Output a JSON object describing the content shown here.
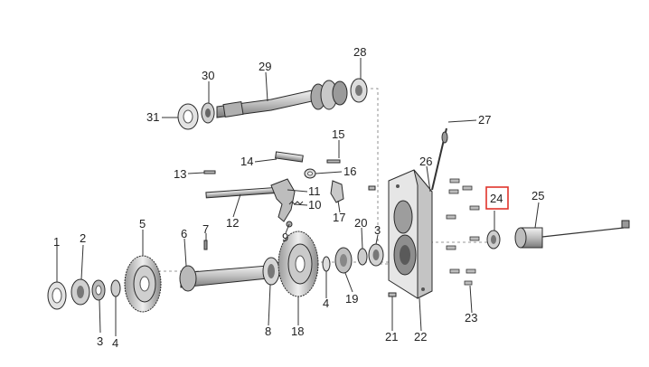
{
  "diagram": {
    "callouts": [
      {
        "id": "c1",
        "text": "1"
      },
      {
        "id": "c2",
        "text": "2"
      },
      {
        "id": "c3",
        "text": "3"
      },
      {
        "id": "c4",
        "text": "4"
      },
      {
        "id": "c5",
        "text": "5"
      },
      {
        "id": "c6",
        "text": "6"
      },
      {
        "id": "c7",
        "text": "7"
      },
      {
        "id": "c8",
        "text": "8"
      },
      {
        "id": "c9",
        "text": "9"
      },
      {
        "id": "c10",
        "text": "10"
      },
      {
        "id": "c11",
        "text": "11"
      },
      {
        "id": "c12",
        "text": "12"
      },
      {
        "id": "c13",
        "text": "13"
      },
      {
        "id": "c14",
        "text": "14"
      },
      {
        "id": "c15",
        "text": "15"
      },
      {
        "id": "c16",
        "text": "16"
      },
      {
        "id": "c17",
        "text": "17"
      },
      {
        "id": "c18",
        "text": "18"
      },
      {
        "id": "c19",
        "text": "19"
      },
      {
        "id": "c20",
        "text": "20"
      },
      {
        "id": "c3b",
        "text": "3"
      },
      {
        "id": "c21",
        "text": "21"
      },
      {
        "id": "c22",
        "text": "22"
      },
      {
        "id": "c23",
        "text": "23"
      },
      {
        "id": "c24",
        "text": "24"
      },
      {
        "id": "c25",
        "text": "25"
      },
      {
        "id": "c26",
        "text": "26"
      },
      {
        "id": "c27",
        "text": "27"
      },
      {
        "id": "c28",
        "text": "28"
      },
      {
        "id": "c29",
        "text": "29"
      },
      {
        "id": "c30",
        "text": "30"
      },
      {
        "id": "c31",
        "text": "31"
      },
      {
        "id": "c4b",
        "text": "4"
      }
    ],
    "highlighted_callout": "24",
    "colors": {
      "highlight_box": "#e0342b",
      "highlight_fill": "#e9e9e9",
      "line": "#333333",
      "part_fill": "#d9d9d9",
      "part_dark": "#8c8c8c"
    }
  }
}
